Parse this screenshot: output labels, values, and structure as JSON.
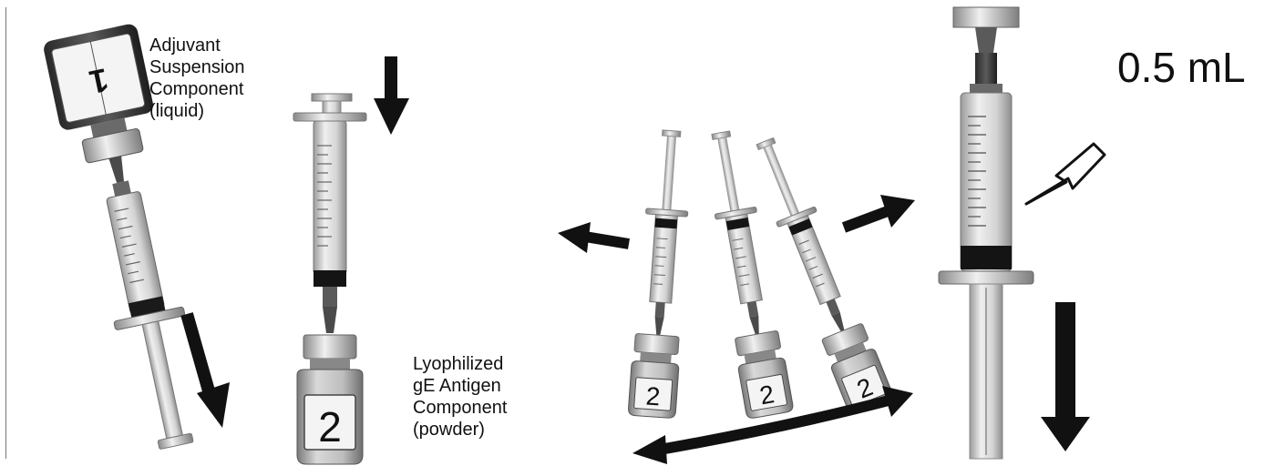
{
  "labels": {
    "adjuvant": "Adjuvant\nSuspension\nComponent\n(liquid)",
    "lyophilized": "Lyophilized\ngE Antigen\nComponent\n(powder)",
    "volume": "0.5 mL"
  },
  "vial_numbers": {
    "adjuvant_vial": "1",
    "antigen_vial": "2",
    "swirl_vial_left": "2",
    "swirl_vial_middle": "2",
    "swirl_vial_right": "2"
  },
  "colors": {
    "ink": "#111111",
    "barrel": "#dcdcdc",
    "barrel_shade": "#a8a8a8",
    "glass": "#c9c9c9",
    "label_white": "#f4f4f4",
    "cap": "#d0d0d0"
  }
}
